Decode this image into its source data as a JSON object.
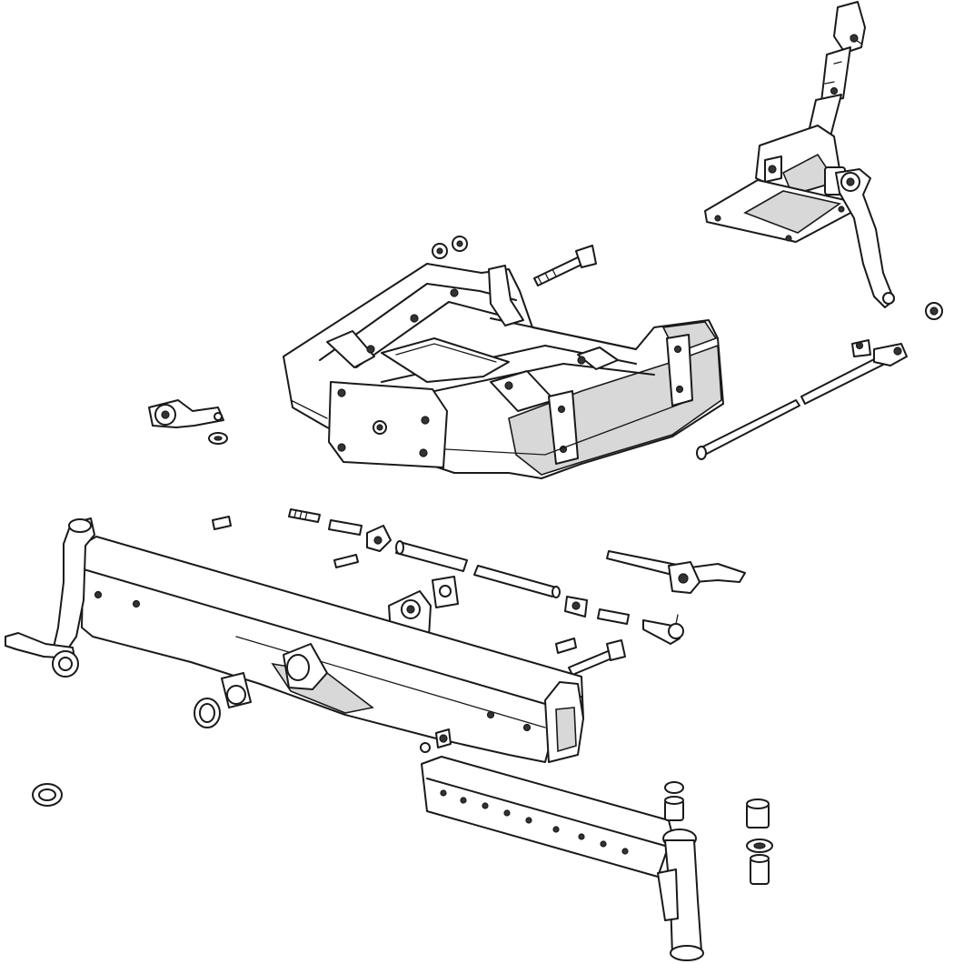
{
  "figure": {
    "parts": [
      {
        "id": "steering-box",
        "icon": "steering-gear-box-icon"
      },
      {
        "id": "drop-arm",
        "icon": "drop-arm-icon"
      },
      {
        "id": "drag-link",
        "icon": "drag-link-rod-icon"
      },
      {
        "id": "front-support",
        "icon": "front-support-casting-icon"
      },
      {
        "id": "front-axle-center",
        "icon": "axle-center-beam-icon"
      },
      {
        "id": "axle-extension-right",
        "icon": "axle-extension-icon"
      },
      {
        "id": "spindle-left",
        "icon": "spindle-icon"
      },
      {
        "id": "spindle-right",
        "icon": "spindle-icon"
      },
      {
        "id": "tie-rod",
        "icon": "tie-rod-icon"
      },
      {
        "id": "steering-arm-left",
        "icon": "steering-arm-icon"
      },
      {
        "id": "steering-arm-right",
        "icon": "steering-arm-icon"
      },
      {
        "id": "pivot-pin",
        "icon": "pivot-pin-icon"
      },
      {
        "id": "bushings",
        "icon": "bushing-icon"
      },
      {
        "id": "washers",
        "icon": "washer-icon"
      },
      {
        "id": "bolts",
        "icon": "bolt-icon"
      },
      {
        "id": "nuts",
        "icon": "nut-icon"
      }
    ]
  }
}
